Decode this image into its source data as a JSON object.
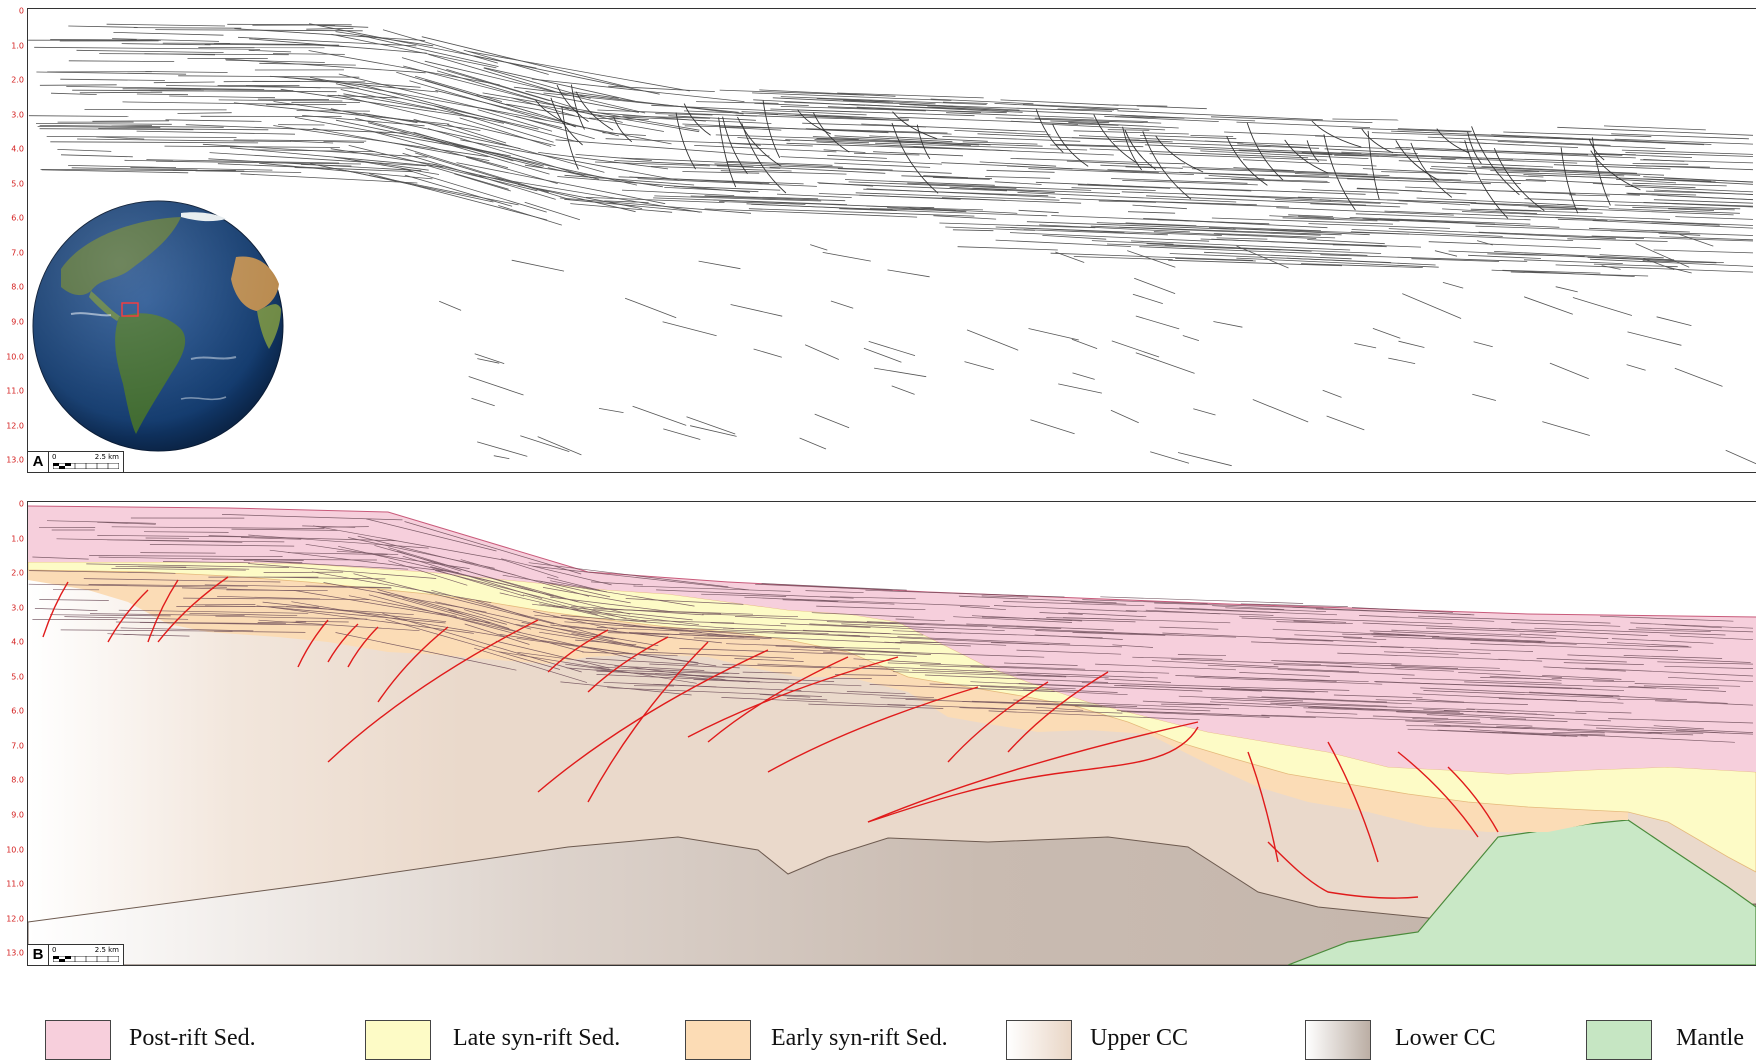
{
  "depth_ticks": [
    "0",
    "1.0",
    "2.0",
    "3.0",
    "4.0",
    "5.0",
    "6.0",
    "7.0",
    "8.0",
    "9.0",
    "10.0",
    "11.0",
    "12.0",
    "13.0"
  ],
  "panel_a": {
    "label": "A",
    "scale": {
      "zero": "0",
      "distance": "2.5 km"
    },
    "inset": "globe-location-map"
  },
  "panel_b": {
    "label": "B",
    "scale": {
      "zero": "0",
      "distance": "2.5 km"
    }
  },
  "colors": {
    "post_rift": "#f6cfdc",
    "late_syn_rift": "#fdfbc6",
    "early_syn_rift": "#fbdcb6",
    "upper_cc": "#ead9cb",
    "lower_cc": "#c9bbb1",
    "mantle": "#c9e8c6",
    "fault": "#e01b1b",
    "depth_axis": "#d42020"
  },
  "legend": [
    {
      "label": "Post-rift Sed.",
      "color": "#f7cfdc"
    },
    {
      "label": "Late syn-rift Sed.",
      "color": "#fdfbc6"
    },
    {
      "label": "Early syn-rift Sed.",
      "color": "#fcdcb5"
    },
    {
      "label": "Upper CC",
      "color": "#e9d6c6"
    },
    {
      "label": "Lower CC",
      "color": "#bbaea4"
    },
    {
      "label": "Mantle",
      "color": "#c6e6c3"
    }
  ]
}
